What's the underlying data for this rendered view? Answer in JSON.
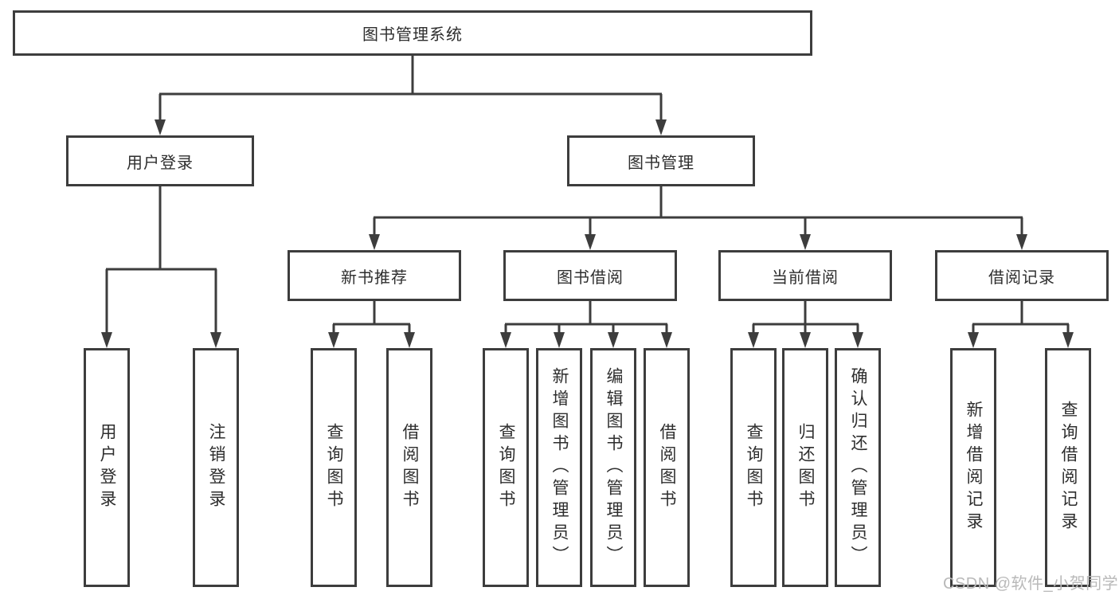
{
  "diagram": {
    "title": "图书管理系统",
    "level1": {
      "user_login": {
        "label": "用户登录"
      },
      "book_mgmt": {
        "label": "图书管理"
      }
    },
    "level2": {
      "new_books": {
        "label": "新书推荐"
      },
      "borrowing": {
        "label": "图书借阅"
      },
      "current": {
        "label": "当前借阅"
      },
      "records": {
        "label": "借阅记录"
      }
    },
    "leaves": {
      "user_login": {
        "label": "用户登录"
      },
      "logout": {
        "label": "注销登录"
      },
      "query_books_a": {
        "label": "查询图书"
      },
      "borrow_books_a": {
        "label": "借阅图书"
      },
      "query_books_b": {
        "label": "查询图书"
      },
      "add_book_admin": {
        "label": "新增图书（管理员）"
      },
      "edit_book_admin": {
        "label": "编辑图书（管理员）"
      },
      "borrow_books_b": {
        "label": "借阅图书"
      },
      "query_books_c": {
        "label": "查询图书"
      },
      "return_book": {
        "label": "归还图书"
      },
      "confirm_return_admin": {
        "label": "确认归还（管理员）"
      },
      "add_borrow_record": {
        "label": "新增借阅记录"
      },
      "query_borrow_record": {
        "label": "查询借阅记录"
      }
    },
    "watermark": "CSDN @软件_小贺同学",
    "colors": {
      "line": "#3d3d3d",
      "text": "#2e2e2e",
      "watermark": "#b9b9b9",
      "background": "#ffffff"
    }
  }
}
